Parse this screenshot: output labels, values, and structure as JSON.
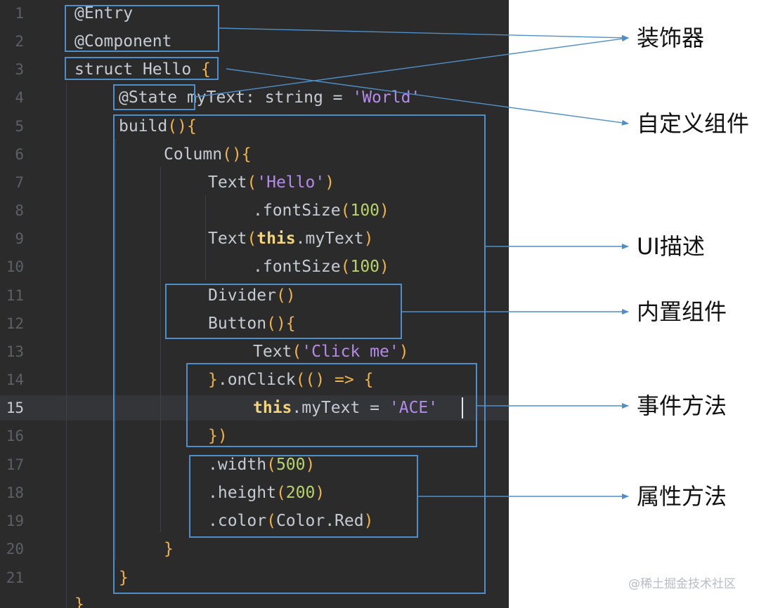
{
  "line_numbers": [
    "1",
    "2",
    "3",
    "4",
    "5",
    "6",
    "7",
    "8",
    "9",
    "10",
    "11",
    "12",
    "13",
    "14",
    "15",
    "16",
    "17",
    "18",
    "19",
    "20",
    "21"
  ],
  "current_line": "15",
  "code": {
    "l1": {
      "dec": "@Entry"
    },
    "l2": {
      "dec": "@Component"
    },
    "l3": {
      "kw": "struct",
      "name": " Hello ",
      "brace": "{"
    },
    "l4": {
      "dec": "@State",
      "rest": " myText: string = ",
      "str": "'World'"
    },
    "l5": {
      "fn": "build",
      "par": "()",
      "brace": "{"
    },
    "l6": {
      "fn": "Column",
      "par": "()",
      "brace": "{"
    },
    "l7": {
      "fn": "Text",
      "open": "(",
      "str": "'Hello'",
      "close": ")"
    },
    "l8": {
      "fn": ".fontSize",
      "open": "(",
      "num": "100",
      "close": ")"
    },
    "l9": {
      "fn": "Text",
      "open": "(",
      "this": "this",
      "rest": ".myText",
      "close": ")"
    },
    "l10": {
      "fn": ".fontSize",
      "open": "(",
      "num": "100",
      "close": ")"
    },
    "l11": {
      "fn": "Divider",
      "par": "()"
    },
    "l12": {
      "fn": "Button",
      "par": "()",
      "brace": "{"
    },
    "l13": {
      "fn": "Text",
      "open": "(",
      "str": "'Click me'",
      "close": ")"
    },
    "l14": {
      "brace": "}",
      "fn": ".onClick",
      "open": "((",
      "mid": ") => ",
      "brace2": "{"
    },
    "l15": {
      "this": "this",
      "rest": ".myText = ",
      "str": "'ACE'"
    },
    "l16": {
      "brace": "})"
    },
    "l17": {
      "fn": ".width",
      "open": "(",
      "num": "500",
      "close": ")"
    },
    "l18": {
      "fn": ".height",
      "open": "(",
      "num": "200",
      "close": ")"
    },
    "l19": {
      "fn": ".color",
      "open": "(",
      "rest": "Color.Red",
      "close": ")"
    },
    "l20": {
      "brace": "}"
    },
    "l21": {
      "brace": "}"
    },
    "l22": {
      "brace": "}"
    }
  },
  "labels": {
    "decorator": "装饰器",
    "custom_component": "自定义组件",
    "ui_description": "UI描述",
    "builtin_component": "内置组件",
    "event_method": "事件方法",
    "attribute_method": "属性方法"
  },
  "watermark": "@稀土掘金技术社区",
  "colors": {
    "editor_bg": "#2b2b2b",
    "box_border": "#4f8fc9",
    "string": "#b58bea",
    "number": "#b9d36a",
    "bracket": "#f0b34a",
    "this_keyword": "#f4d57a"
  }
}
